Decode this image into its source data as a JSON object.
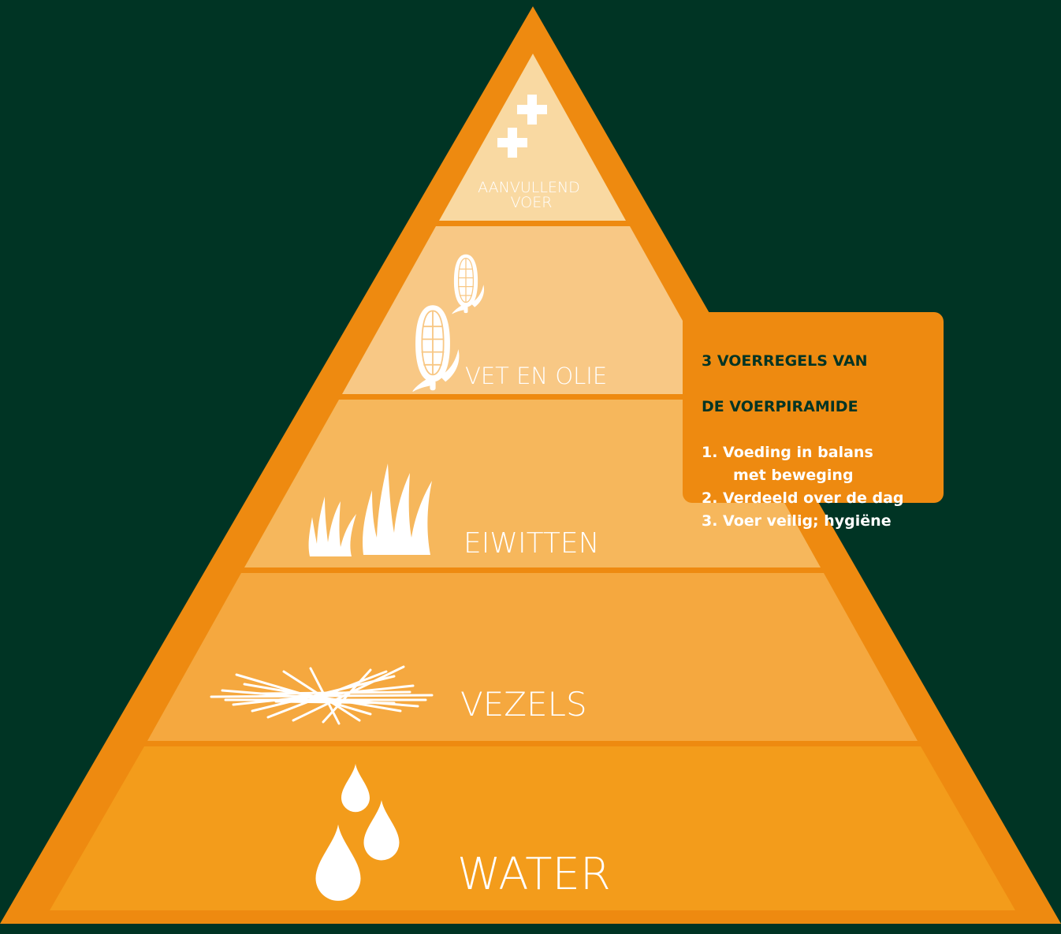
{
  "colors": {
    "background": "#003424",
    "pyramid_frame": "#ee8a10",
    "tier_fill_top": "#f9d9a2",
    "tier_fill_bottom": "#f39c1b",
    "icon": "#ffffff",
    "box_title": "#003424"
  },
  "tiers": [
    {
      "label_lines": [
        "AANVULLEND",
        "VOER"
      ],
      "icon": "plus-icon"
    },
    {
      "label_lines": [
        "VET EN OLIE"
      ],
      "icon": "corn-icon"
    },
    {
      "label_lines": [
        "EIWITTEN"
      ],
      "icon": "grass-icon"
    },
    {
      "label_lines": [
        "VEZELS"
      ],
      "icon": "hay-icon"
    },
    {
      "label_lines": [
        "WATER"
      ],
      "icon": "water-drop-icon"
    }
  ],
  "rules_box": {
    "title_lines": [
      "3 VOERREGELS VAN",
      "DE VOERPIRAMIDE"
    ],
    "items": [
      "1. Voeding in balans",
      "met beweging",
      "2. Verdeeld over de dag",
      "3. Voer veilig; hygiëne"
    ]
  }
}
